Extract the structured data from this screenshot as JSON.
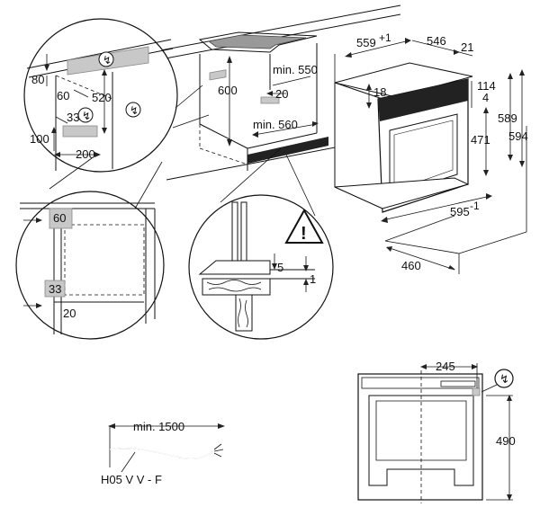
{
  "dimensions": {
    "cab_depth_min": "min. 550",
    "cab_width_min": "min. 560",
    "cab_height": "600",
    "cab_gap": "20",
    "oven_total_depth": "559",
    "oven_total_depth_tol": "+1",
    "oven_body_depth": "546",
    "oven_front": "21",
    "oven_top_offset": "18",
    "oven_inner_top": "114",
    "oven_side": "4",
    "oven_body_height": "589",
    "oven_total_height": "594",
    "oven_inner_height": "471",
    "oven_width": "595",
    "oven_width_tol": "-1",
    "oven_base_depth": "460",
    "socket_80": "80",
    "socket_60": "60",
    "socket_520": "520",
    "socket_33": "33",
    "socket_100": "100",
    "socket_200": "200",
    "corner_60": "60",
    "corner_33": "33",
    "corner_20": "20",
    "gap_5": "5",
    "gap_1": "1",
    "back_245": "245",
    "back_490": "490"
  },
  "cable": {
    "length_label": "min. 1500",
    "type_label": "H05 V V - F"
  },
  "symbols": {
    "warning": "!",
    "power": "↯"
  }
}
